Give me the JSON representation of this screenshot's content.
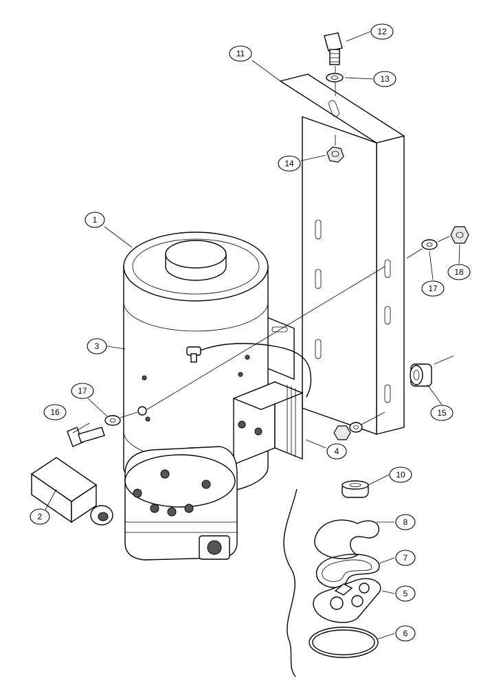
{
  "callouts": [
    {
      "id": "c1",
      "label": "1"
    },
    {
      "id": "c2",
      "label": "2"
    },
    {
      "id": "c3",
      "label": "3"
    },
    {
      "id": "c4",
      "label": "4"
    },
    {
      "id": "c5",
      "label": "5"
    },
    {
      "id": "c6",
      "label": "6"
    },
    {
      "id": "c7",
      "label": "7"
    },
    {
      "id": "c8",
      "label": "8"
    },
    {
      "id": "c10",
      "label": "10"
    },
    {
      "id": "c11",
      "label": "11"
    },
    {
      "id": "c12",
      "label": "12"
    },
    {
      "id": "c13",
      "label": "13"
    },
    {
      "id": "c14",
      "label": "14"
    },
    {
      "id": "c15",
      "label": "15"
    },
    {
      "id": "c16",
      "label": "16"
    },
    {
      "id": "c17a",
      "label": "17"
    },
    {
      "id": "c17b",
      "label": "17"
    },
    {
      "id": "c18",
      "label": "18"
    }
  ]
}
